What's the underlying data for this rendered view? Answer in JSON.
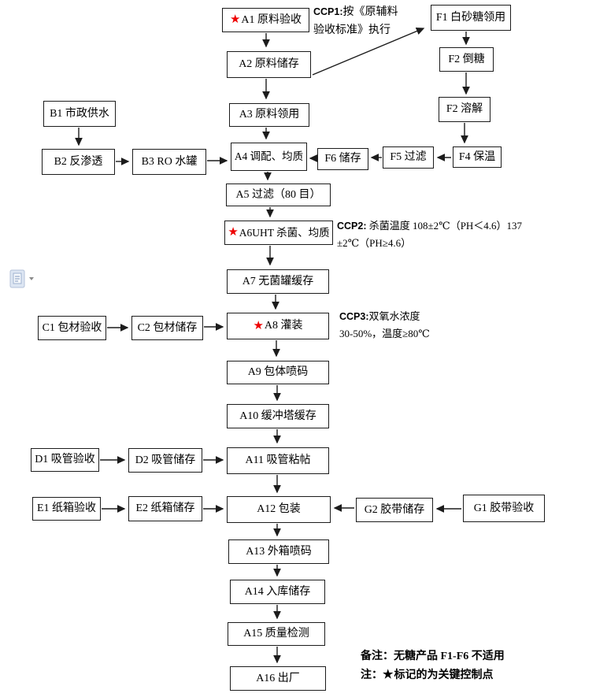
{
  "flowchart": {
    "star_glyph": "★",
    "nodes": {
      "a1": "A1 原料验收",
      "a2": "A2 原料储存",
      "a3": "A3 原料领用",
      "a4": "A4 调配、均质",
      "a5": "A5 过滤（80 目）",
      "a6": "A6UHT 杀菌、均质",
      "a7": "A7 无菌罐缓存",
      "a8": "A8 灌装",
      "a9": "A9 包体喷码",
      "a10": "A10 缓冲塔缓存",
      "a11": "A11 吸管粘帖",
      "a12": "A12 包装",
      "a13": "A13 外箱喷码",
      "a14": "A14 入库储存",
      "a15": "A15 质量检测",
      "a16": "A16 出厂",
      "b1": "B1 市政供水",
      "b2": "B2 反渗透",
      "b3": "B3  RO 水罐",
      "c1": "C1 包材验收",
      "c2": "C2 包材储存",
      "d1": "D1 吸管验收",
      "d2": "D2 吸管储存",
      "e1": "E1 纸箱验收",
      "e2": "E2 纸箱储存",
      "f1": "F1 白砂糖领用",
      "f2a": "F2 倒糖",
      "f2b": "F2 溶解",
      "f4": "F4 保温",
      "f5": "F5 过滤",
      "f6": "F6 储存",
      "g1": "G1 胶带验收",
      "g2": "G2 胶带储存"
    },
    "ccp1": {
      "prefix": "CCP1:",
      "line1": "按《原辅料",
      "line2": "验收标准》执行"
    },
    "ccp2": {
      "prefix": "CCP2:",
      "line1": " 杀菌温度 108±2℃（PH＜4.6）137",
      "line2": "±2℃（PH≥4.6）"
    },
    "ccp3": {
      "prefix": "CCP3:",
      "line1": "双氧水浓度",
      "line2": "30-50%，温度≥80℃"
    },
    "notes": {
      "note1": "备注：无糖产品 F1-F6 不适用",
      "note2_prefix": "注：",
      "note2_star": "★",
      "note2_text": "标记的为关键控制点"
    }
  }
}
